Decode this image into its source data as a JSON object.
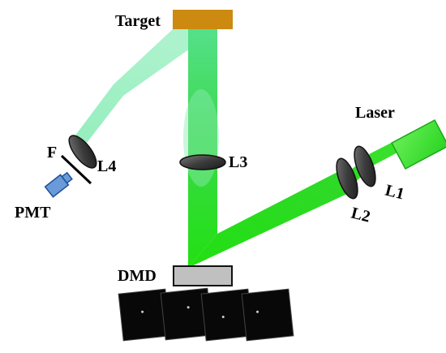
{
  "labels": {
    "target": "Target",
    "laser": "Laser",
    "dmd": "DMD",
    "pmt": "PMT",
    "filter": "F",
    "l1": "L1",
    "l2": "L2",
    "l3": "L3",
    "l4": "L4"
  },
  "colors": {
    "beam_light": "#9ef0c4",
    "beam_mid": "#6de6a0",
    "beam_strong": "#28e01a",
    "laser": "#3fe03a",
    "target": "#cc8a10",
    "dmd": "#c0c0c0",
    "pmt": "#6a9ad8",
    "lens": "#555555"
  },
  "dmd_patterns_count": 4
}
